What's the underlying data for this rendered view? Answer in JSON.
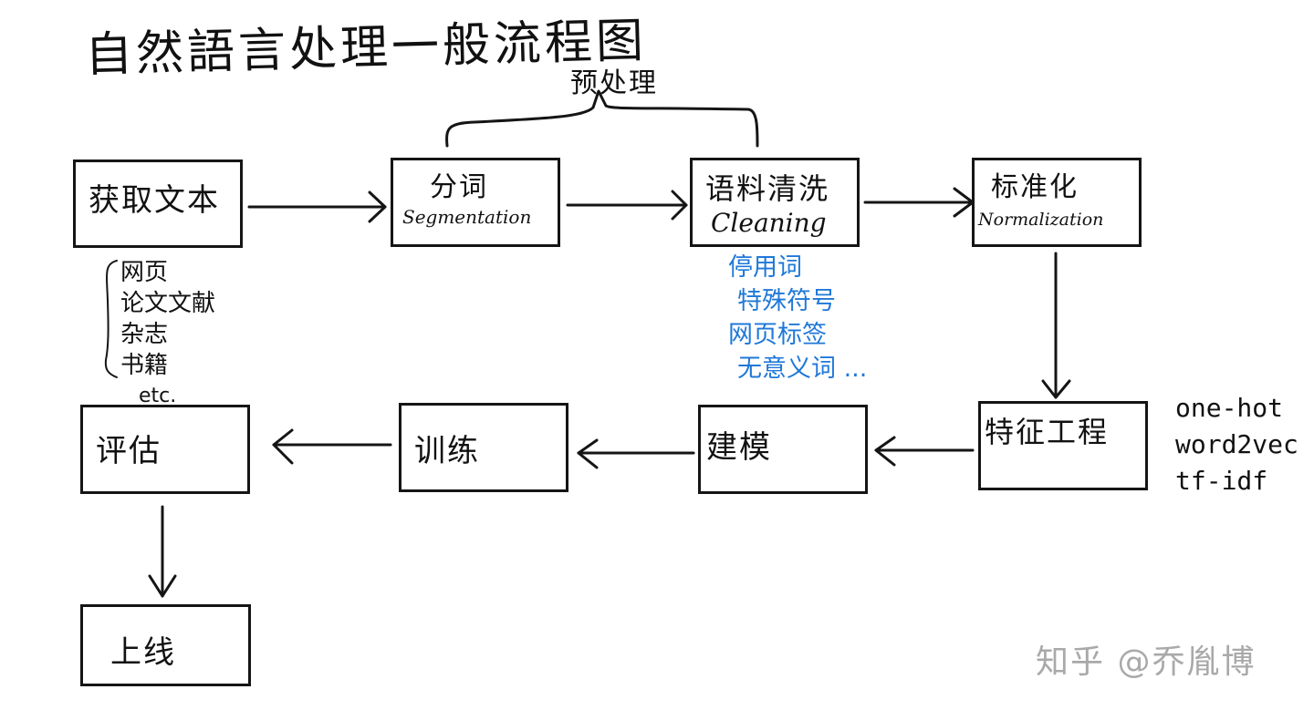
{
  "title": "自然語言处理一般流程图",
  "preprocessing_group": {
    "label": "预处理",
    "covers": [
      "segmentation",
      "cleaning"
    ]
  },
  "steps": {
    "acquire_text": {
      "zh": "获取文本",
      "en": ""
    },
    "segmentation": {
      "zh": "分词",
      "en": "Segmentation"
    },
    "cleaning": {
      "zh": "语料清洗",
      "en": "Cleaning"
    },
    "normalization": {
      "zh": "标准化",
      "en": "Normalization"
    },
    "feature_engineering": {
      "zh": "特征工程",
      "en": ""
    },
    "modeling": {
      "zh": "建模",
      "en": ""
    },
    "training": {
      "zh": "训练",
      "en": ""
    },
    "evaluation": {
      "zh": "评估",
      "en": ""
    },
    "deployment": {
      "zh": "上线",
      "en": ""
    }
  },
  "flow": [
    [
      "acquire_text",
      "segmentation"
    ],
    [
      "segmentation",
      "cleaning"
    ],
    [
      "cleaning",
      "normalization"
    ],
    [
      "normalization",
      "feature_engineering"
    ],
    [
      "feature_engineering",
      "modeling"
    ],
    [
      "modeling",
      "training"
    ],
    [
      "training",
      "evaluation"
    ],
    [
      "evaluation",
      "deployment"
    ]
  ],
  "annotations": {
    "text_sources": [
      "网页",
      "论文文献",
      "杂志",
      "书籍",
      "etc."
    ],
    "cleaning_items": [
      "停用词",
      "特殊符号",
      "网页标签",
      "无意义词 ..."
    ],
    "feature_methods": [
      "one-hot",
      "word2vec",
      "tf-idf"
    ]
  },
  "colors": {
    "ink": "#151515",
    "annotation_blue": "#1f78d8",
    "watermark": "#a9a9a9"
  },
  "watermark": "知乎 @乔胤博"
}
